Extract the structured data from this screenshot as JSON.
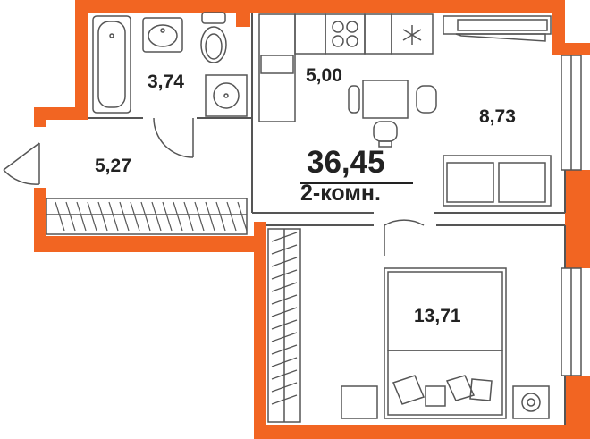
{
  "summary": {
    "total_area": "36,45",
    "rooms": "2-комн."
  },
  "rooms": [
    {
      "id": "bathroom",
      "area": "3,74"
    },
    {
      "id": "kitchen",
      "area": "5,00"
    },
    {
      "id": "living",
      "area": "8,73"
    },
    {
      "id": "hall",
      "area": "5,27"
    },
    {
      "id": "bedroom",
      "area": "13,71"
    }
  ],
  "colors": {
    "wall": "#F26522",
    "line": "#555555",
    "text": "#222222",
    "background": "#FFFFFF"
  }
}
